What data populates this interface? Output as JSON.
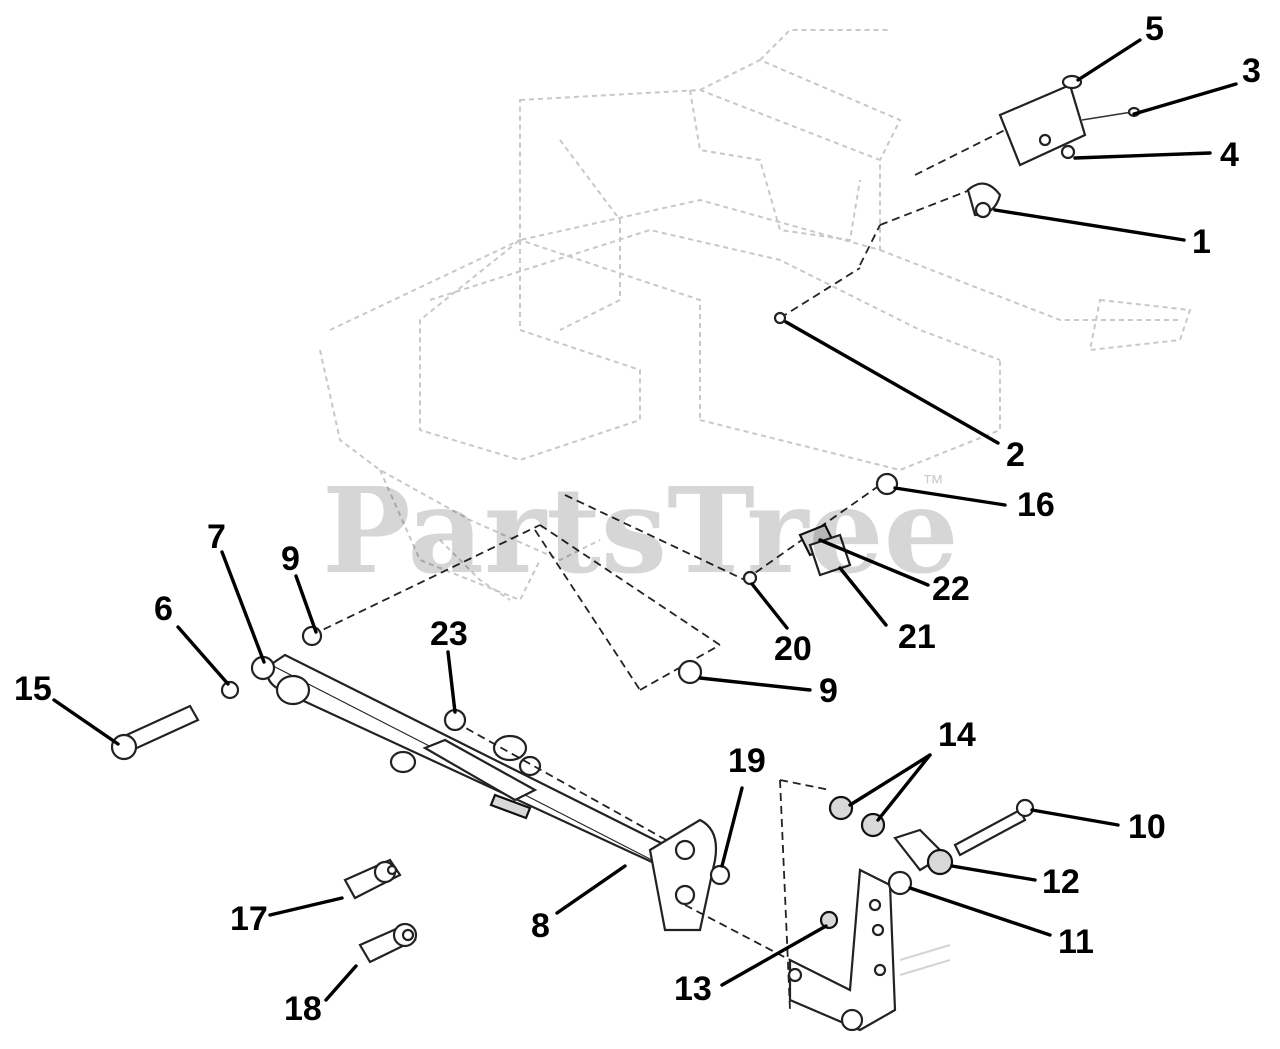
{
  "watermark": {
    "text": "PartsTree",
    "trademark": "™"
  },
  "callouts": [
    {
      "id": "5",
      "label": "5"
    },
    {
      "id": "3",
      "label": "3"
    },
    {
      "id": "4",
      "label": "4"
    },
    {
      "id": "1",
      "label": "1"
    },
    {
      "id": "2",
      "label": "2"
    },
    {
      "id": "16",
      "label": "16"
    },
    {
      "id": "22",
      "label": "22"
    },
    {
      "id": "21",
      "label": "21"
    },
    {
      "id": "20",
      "label": "20"
    },
    {
      "id": "9a",
      "label": "9"
    },
    {
      "id": "9b",
      "label": "9"
    },
    {
      "id": "7",
      "label": "7"
    },
    {
      "id": "6",
      "label": "6"
    },
    {
      "id": "23",
      "label": "23"
    },
    {
      "id": "15",
      "label": "15"
    },
    {
      "id": "19",
      "label": "19"
    },
    {
      "id": "14",
      "label": "14"
    },
    {
      "id": "10",
      "label": "10"
    },
    {
      "id": "12",
      "label": "12"
    },
    {
      "id": "11",
      "label": "11"
    },
    {
      "id": "8",
      "label": "8"
    },
    {
      "id": "13",
      "label": "13"
    },
    {
      "id": "17",
      "label": "17"
    },
    {
      "id": "18",
      "label": "18"
    }
  ]
}
